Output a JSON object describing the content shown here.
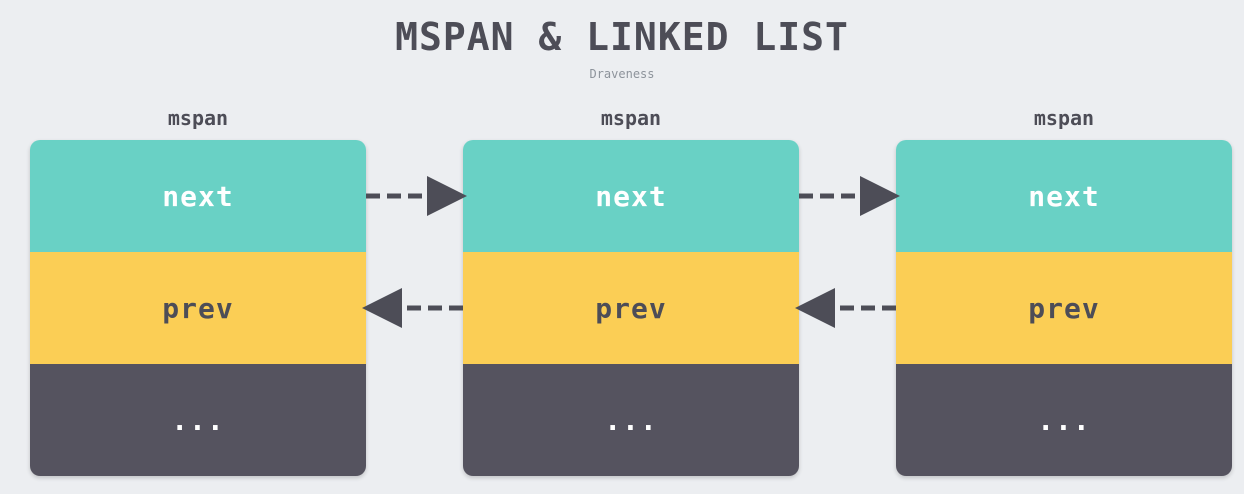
{
  "title": "MSPAN & LINKED LIST",
  "subtitle": "Draveness",
  "nodes": [
    {
      "label": "mspan",
      "fields": {
        "next": "next",
        "prev": "prev",
        "rest": "..."
      }
    },
    {
      "label": "mspan",
      "fields": {
        "next": "next",
        "prev": "prev",
        "rest": "..."
      }
    },
    {
      "label": "mspan",
      "fields": {
        "next": "next",
        "prev": "prev",
        "rest": "..."
      }
    }
  ],
  "links": [
    {
      "from": 0,
      "to": 1,
      "field": "next"
    },
    {
      "from": 1,
      "to": 2,
      "field": "next"
    },
    {
      "from": 1,
      "to": 0,
      "field": "prev"
    },
    {
      "from": 2,
      "to": 1,
      "field": "prev"
    }
  ],
  "colors": {
    "background": "#eceef1",
    "next": "#69d1c5",
    "prev": "#fbce55",
    "rest": "#55535f",
    "arrow": "#4d4d57",
    "text_dark": "#4d4d57",
    "text_light": "#ffffff"
  }
}
